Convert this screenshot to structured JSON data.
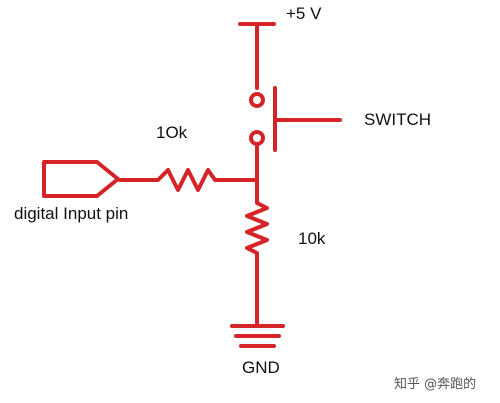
{
  "diagram": {
    "labels": {
      "supply": "+5 V",
      "switch": "SWITCH",
      "resistor_top": "1Ok",
      "resistor_bottom": "10k",
      "input": "digital Input pin",
      "ground": "GND"
    },
    "watermark": "知乎 @奔跑的"
  },
  "colors": {
    "wire": "#d42428",
    "text": "#111111",
    "watermark": "#555555"
  }
}
